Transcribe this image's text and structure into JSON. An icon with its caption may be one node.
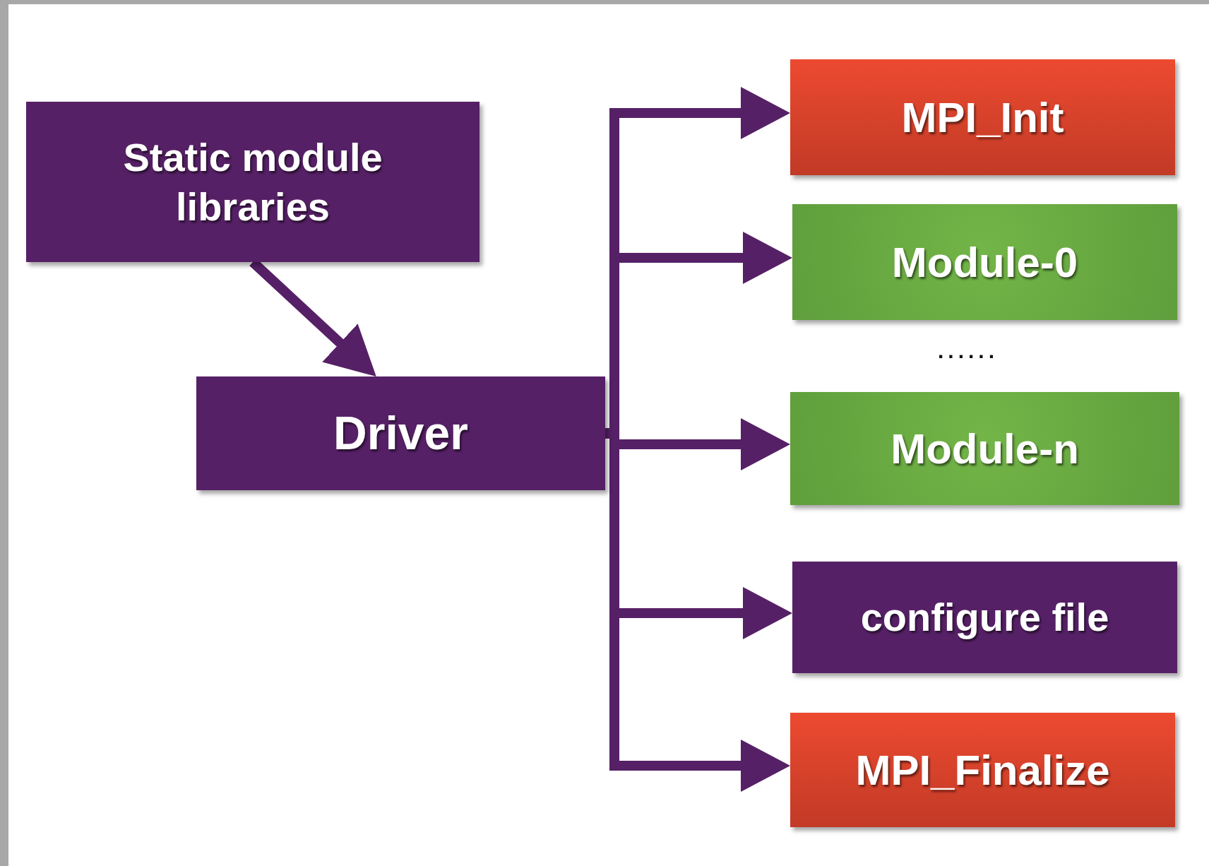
{
  "diagram": {
    "nodes": [
      {
        "text": [
          "Static module libraries"
        ]
      },
      {
        "text": [
          "Driver"
        ]
      },
      {
        "text": [
          "MPI_Init"
        ]
      },
      {
        "text": [
          "Module-0"
        ]
      },
      {
        "text": [
          "Module-n"
        ]
      },
      {
        "text": [
          "configure file"
        ]
      },
      {
        "text": [
          "MPI_Finalize"
        ]
      }
    ],
    "edges": [
      {
        "from": 0,
        "to": 1,
        "arrow": "to"
      },
      {
        "from": 1,
        "to": 2,
        "arrow": "to"
      },
      {
        "from": 1,
        "to": 3,
        "arrow": "to"
      },
      {
        "from": 1,
        "to": 4,
        "arrow": "to"
      },
      {
        "from": 1,
        "to": 5,
        "arrow": "to"
      },
      {
        "from": 1,
        "to": 6,
        "arrow": "to"
      }
    ],
    "labels": [
      "......"
    ]
  }
}
